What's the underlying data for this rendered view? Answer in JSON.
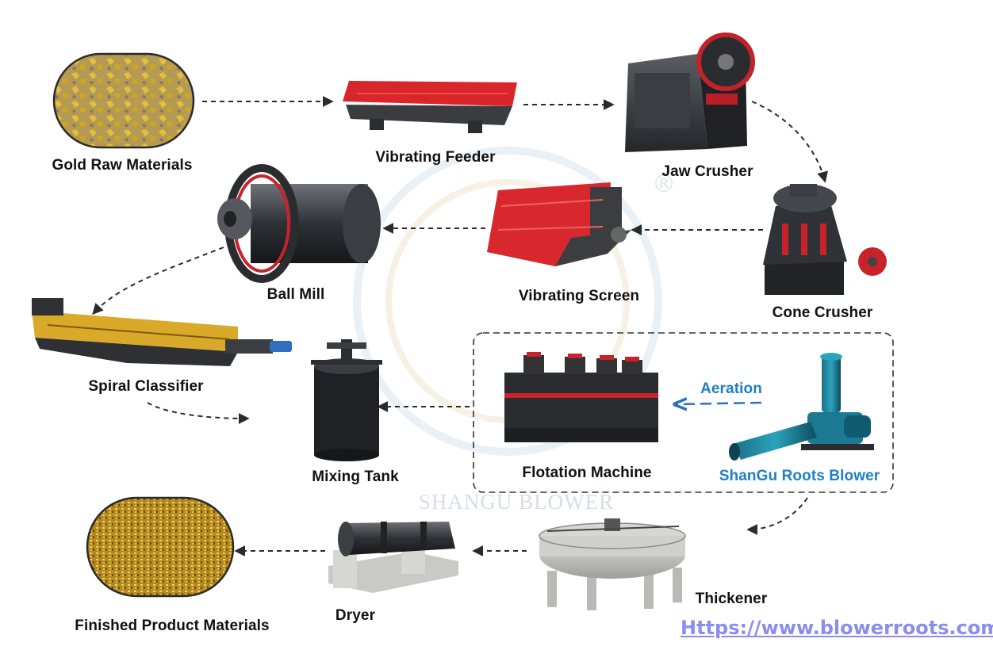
{
  "labels": {
    "gold_raw": "Gold Raw Materials",
    "vibrating_feeder": "Vibrating Feeder",
    "jaw_crusher": "Jaw Crusher",
    "ball_mill": "Ball Mill",
    "vibrating_screen": "Vibrating Screen",
    "cone_crusher": "Cone Crusher",
    "spiral_classifier": "Spiral Classifier",
    "mixing_tank": "Mixing Tank",
    "flotation_machine": "Flotation Machine",
    "aeration": "Aeration",
    "roots_blower": "ShanGu Roots Blower",
    "thickener": "Thickener",
    "dryer": "Dryer",
    "finished_product": "Finished Product Materials"
  },
  "marks": {
    "watermark": "SHANGU BLOWER",
    "registered": "®"
  },
  "footer": {
    "url": "Https://www.blowerroots.com"
  },
  "colors": {
    "accent_red": "#d8262b",
    "link_purple": "#8a8cf0",
    "aeration_blue": "#1f7fc4"
  }
}
